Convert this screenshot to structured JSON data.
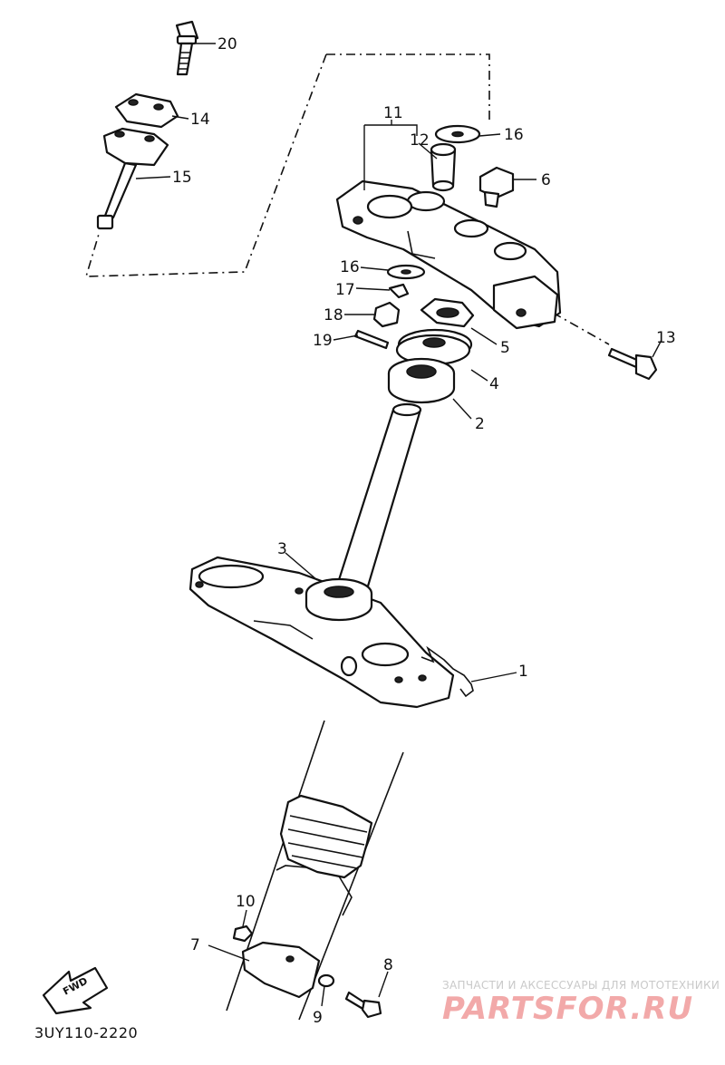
{
  "diagram_code": "3UY110-2220",
  "fwd_label": "FWD",
  "watermark": {
    "caption": "ЗАПЧАСТИ И АКСЕССУАРЫ ДЛЯ МОТОТЕХНИКИ",
    "logo_text": "PARTSFOR.RU"
  },
  "callouts": {
    "c1": "1",
    "c2": "2",
    "c3": "3",
    "c4": "4",
    "c5": "5",
    "c6": "6",
    "c7": "7",
    "c8": "8",
    "c9": "9",
    "c10": "10",
    "c11": "11",
    "c12": "12",
    "c13": "13",
    "c14": "14",
    "c15": "15",
    "c16a": "16",
    "c16b": "16",
    "c17": "17",
    "c18": "18",
    "c19": "19",
    "c20": "20"
  },
  "colors": {
    "line": "#111111",
    "watermark_logo": "#f2a9a9",
    "watermark_caption": "#c9c9c9"
  }
}
